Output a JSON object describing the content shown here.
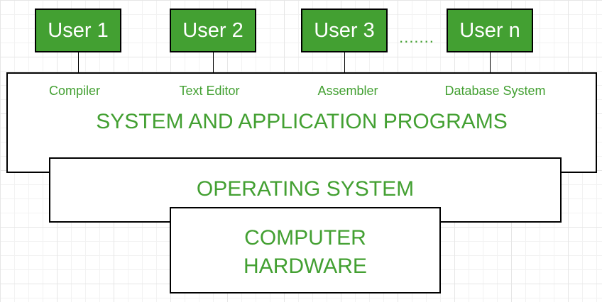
{
  "users": [
    "User 1",
    "User 2",
    "User 3",
    "User n"
  ],
  "ellipsis": ".......",
  "programs": [
    "Compiler",
    "Text Editor",
    "Assembler",
    "Database System"
  ],
  "layers": {
    "applications": "SYSTEM AND APPLICATION PROGRAMS",
    "os": "OPERATING SYSTEM",
    "hardware_line1": "COMPUTER",
    "hardware_line2": "HARDWARE"
  },
  "colors": {
    "accent": "#43a032",
    "border": "#000000",
    "user_text": "#ffffff"
  }
}
